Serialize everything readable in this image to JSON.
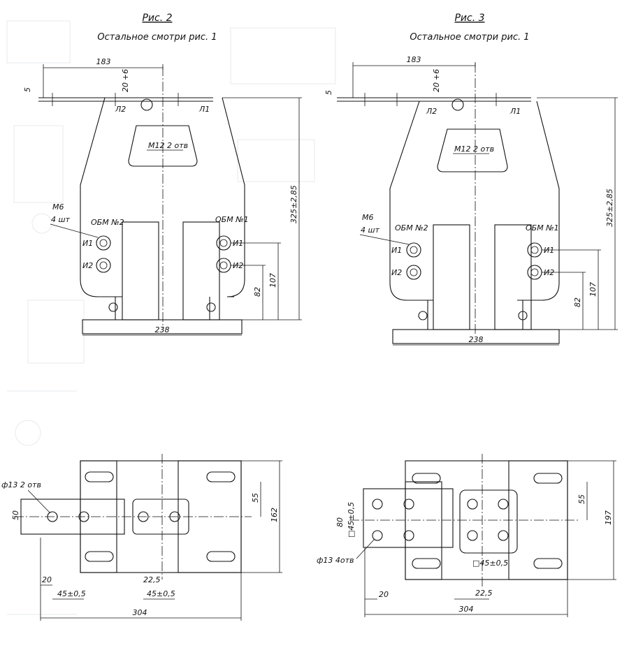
{
  "fig2": {
    "caption": "Рис. 2",
    "note": "Остальное смотри рис. 1",
    "dims": {
      "width_top": "183",
      "hole_off": "20",
      "hole_tol": "+6",
      "thickness": "5",
      "height_total": "325±2,85",
      "h107": "107",
      "h82": "82",
      "base": "238"
    },
    "labels": {
      "l2": "Л2",
      "l1": "Л1",
      "m12": "М12 2 отв",
      "m6": "М6",
      "m6_qty": "4 шт",
      "obm2": "ОБМ №2",
      "obm1": "ОБМ №1",
      "i1": "И1",
      "i2": "И2"
    }
  },
  "fig3": {
    "caption": "Рис. 3",
    "note": "Остальное смотри рис. 1",
    "dims": {
      "width_top": "183",
      "hole_off": "20",
      "hole_tol": "+6",
      "thickness": "5",
      "height_total": "325±2,85",
      "h107": "107",
      "h82": "82",
      "base": "238"
    },
    "labels": {
      "l2": "Л2",
      "l1": "Л1",
      "m12": "М12 2 отв",
      "m6": "М6",
      "m6_qty": "4 шт",
      "obm2": "ОБМ №2",
      "obm1": "ОБМ №1",
      "i1": "И1",
      "i2": "И2"
    }
  },
  "plan2": {
    "hole": "ф13 2 отв",
    "w50": "50",
    "h55": "55",
    "h162": "162",
    "d20": "20",
    "d45": "45±0,5",
    "d22": "22,5",
    "d45b": "45±0,5",
    "len": "304"
  },
  "plan3": {
    "hole": "ф13 4отв",
    "w80": "80",
    "sq": "□45±0,5",
    "sq2": "□45±0,5",
    "h55": "55",
    "h197": "197",
    "d20": "20",
    "d22": "22,5",
    "len": "304"
  }
}
